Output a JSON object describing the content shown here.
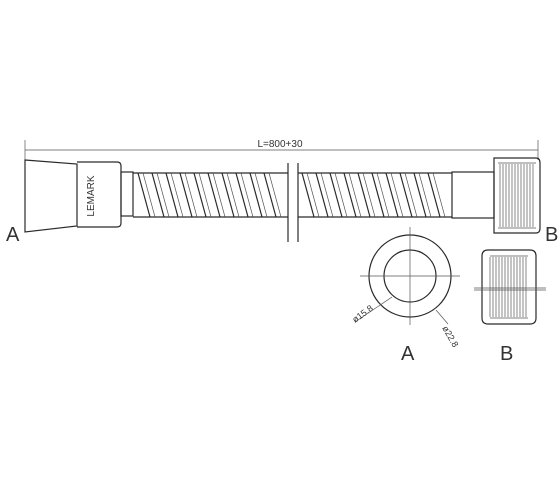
{
  "drawing": {
    "length_label": "L=800+30",
    "brand_label": "LEMARK",
    "end_a_label": "A",
    "end_b_label": "B",
    "view_a_label": "A",
    "view_b_label": "B",
    "inner_diameter_label": "ø15.8",
    "outer_diameter_label": "ø22.8",
    "line_color": "#2a2a2a"
  }
}
